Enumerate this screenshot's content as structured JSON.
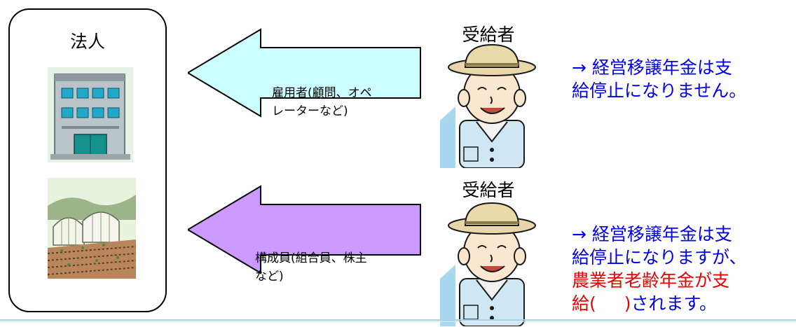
{
  "entity": {
    "title": "法人"
  },
  "relations": [
    {
      "caption_line1": "雇用者(顧問、オペ",
      "caption_line2": "レーターなど)",
      "arrow_color": "#ccffff",
      "recipient_label": "受給者",
      "result_line1": "→ 経営移譲年金は支",
      "result_line2": "給停止になりません。"
    },
    {
      "caption_line1": "構成員(組合員、株主",
      "caption_line2": "など)",
      "arrow_color": "#cc99ff",
      "recipient_label": "受給者",
      "result_line1": "→ 経営移譲年金は支",
      "result_line2": "給停止になりますが、",
      "result_line3_red": "農業者老齢年金が支",
      "result_line4_red_a": "給(",
      "result_line4_red_b": ")",
      "result_line4_blue": "されます。"
    }
  ],
  "colors": {
    "result_text": "#0000ee",
    "highlight_text": "#ee0000"
  },
  "icons": [
    "office-building-icon",
    "greenhouse-field-icon",
    "farmer-icon",
    "left-arrow-icon"
  ]
}
